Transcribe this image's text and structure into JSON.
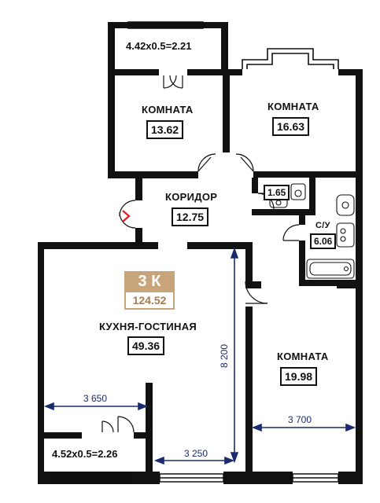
{
  "plan": {
    "type": "3 К",
    "total_area": "124.52"
  },
  "rooms": {
    "bedroom1": {
      "title": "КОМНАТА",
      "area": "13.62"
    },
    "bedroom2": {
      "title": "КОМНАТА",
      "area": "16.63"
    },
    "corridor": {
      "title": "КОРИДОР",
      "area": "12.75"
    },
    "toilet": {
      "area": "1.65"
    },
    "bathroom": {
      "title": "С/У",
      "area": "6.06"
    },
    "kitchen": {
      "title": "КУХНЯ-ГОСТИНАЯ",
      "area": "49.36"
    },
    "bedroom3": {
      "title": "КОМНАТА",
      "area": "19.98"
    }
  },
  "balconies": {
    "top": "4.42x0.5=2.21",
    "bottom": "4.52x0.5=2.26"
  },
  "dimensions": {
    "kitchen_width": "3 650",
    "kitchen_height": "8 200",
    "bedroom3_width": "3 700",
    "bottom_width": "3 250"
  },
  "colors": {
    "wall": "#111111",
    "dimension": "#1a2b6e",
    "badge": "#c8a47a",
    "entrance_arrow": "#e11d1d"
  }
}
